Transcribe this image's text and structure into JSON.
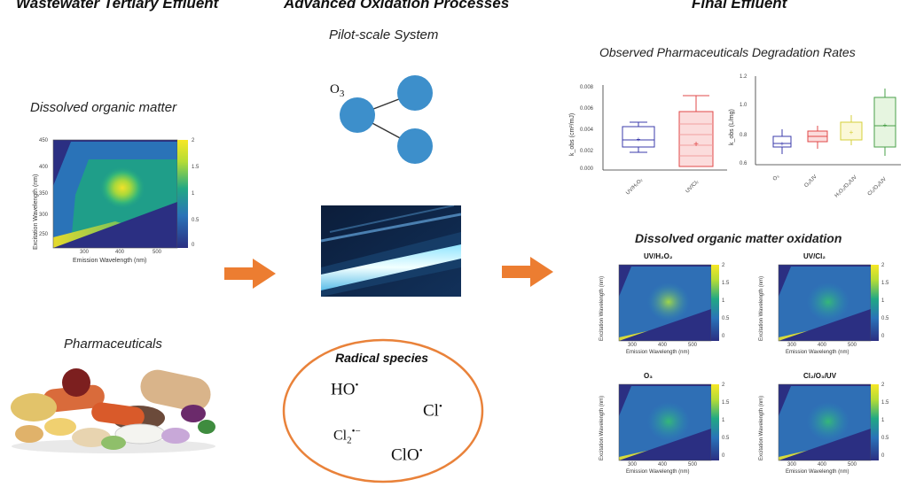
{
  "columns": {
    "left_title": "Wastewater Tertiary Effluent",
    "middle_title": "Advanced Oxidation Processes",
    "right_title": "Final Effluent"
  },
  "left": {
    "dom_label": "Dissolved organic matter",
    "eem": {
      "ylabel": "Excitation Wavelength (nm)",
      "xlabel": "Emission Wavelength (nm)",
      "yticks": [
        "450",
        "400",
        "350",
        "300",
        "250"
      ],
      "xticks": [
        "300",
        "400",
        "500"
      ],
      "cbar_ticks": [
        "2",
        "1.5",
        "1",
        "0.5",
        "0"
      ]
    },
    "pharma_label": "Pharmaceuticals"
  },
  "middle": {
    "pilot_label": "Pilot-scale System",
    "ozone_label": "O",
    "ozone_sub": "3",
    "radical_title": "Radical species",
    "radicals": {
      "ho": "HO",
      "ho_sup": "•",
      "cl": "Cl",
      "cl_sup": "•",
      "cl2": "Cl",
      "cl2_sub": "2",
      "cl2_sup": "•−",
      "clo": "ClO",
      "clo_sup": "•"
    }
  },
  "right": {
    "rates_title": "Observed Pharmaceuticals Degradation Rates",
    "boxplot_left": {
      "ylabel": "k_obs (cm²/mJ)",
      "yticks": [
        "0.008",
        "0.006",
        "0.004",
        "0.002",
        "0.000"
      ],
      "categories": [
        "UV/H₂O₂",
        "UV/Cl₂"
      ]
    },
    "boxplot_right": {
      "ylabel": "k_obs (L/mg)",
      "yticks": [
        "1.2",
        "1.0",
        "0.8",
        "0.6"
      ],
      "categories": [
        "O₃",
        "O₃/UV",
        "H₂O₂/O₃/UV",
        "Cl₂/O₃/UV"
      ]
    },
    "dom_ox_title": "Dissolved organic matter oxidation",
    "panels": [
      {
        "title": "UV/H₂O₂",
        "xlabel": "Emission Wavelength (nm)",
        "ylabel": "Excitation Wavelength (nm)"
      },
      {
        "title": "UV/Cl₂",
        "xlabel": "Emission Wavelength (nm)",
        "ylabel": "Excitation Wavelength (nm)"
      },
      {
        "title": "O₃",
        "xlabel": "Emission Wavelength (nm)",
        "ylabel": "Excitation Wavelength (nm)"
      },
      {
        "title": "Cl₂/O₃/UV",
        "xlabel": "Emission Wavelength (nm)",
        "ylabel": "Excitation Wavelength (nm)"
      }
    ],
    "panel_xticks": [
      "300",
      "400",
      "500"
    ],
    "panel_cbar_ticks": [
      "2",
      "1.5",
      "1",
      "0.5",
      "0"
    ]
  },
  "colors": {
    "arrow": "#ec7d31",
    "ellipse": "#e9823a",
    "molecule": "#3d8fcb",
    "viridis_dark": "#2b2f82",
    "viridis_yellow": "#f1e22a"
  }
}
